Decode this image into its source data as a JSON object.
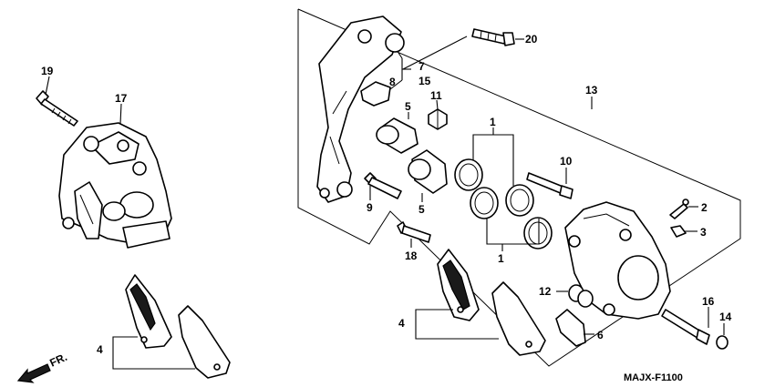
{
  "labels": {
    "l1a": "1",
    "l1b": "1",
    "l2": "2",
    "l3": "3",
    "l4a": "4",
    "l4b": "4",
    "l5a": "5",
    "l5b": "5",
    "l6": "6",
    "l7": "7",
    "l8": "8",
    "l9": "9",
    "l10": "10",
    "l11": "11",
    "l12": "12",
    "l13": "13",
    "l14": "14",
    "l15": "15",
    "l16": "16",
    "l17": "17",
    "l18": "18",
    "l19": "19",
    "l20": "20"
  },
  "front_arrow": "FR.",
  "diagram_code": "MAJX-F1100"
}
